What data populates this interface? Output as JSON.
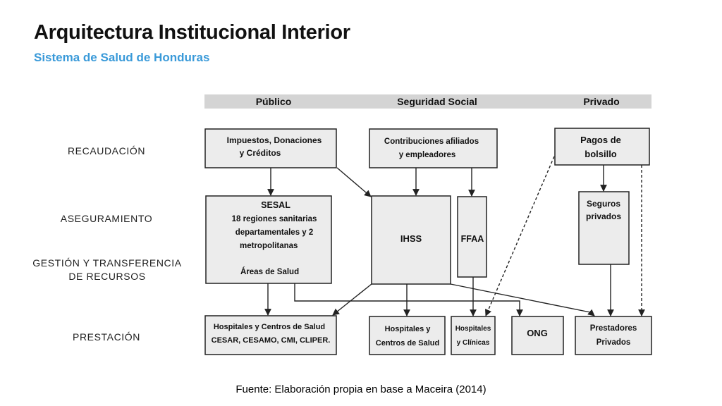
{
  "slide": {
    "title": "Arquitectura Institucional Interior",
    "subtitle": "Sistema de Salud de Honduras",
    "source": "Fuente: Elaboración propia en base a Maceira (2014)"
  },
  "colors": {
    "title": "#111111",
    "subtitle": "#3a9ad9",
    "header_band": "#d4d4d4",
    "box_fill": "#ececec",
    "stroke": "#222222"
  },
  "columns": {
    "publico": "Público",
    "seguridad": "Seguridad Social",
    "privado": "Privado"
  },
  "rows": {
    "recaudacion": "RECAUDACIÓN",
    "aseguramiento": "ASEGURAMIENTO",
    "gestion_1": "GESTIÓN Y TRANSFERENCIA",
    "gestion_2": "DE RECURSOS",
    "prestacion": "PRESTACIÓN"
  },
  "boxes": {
    "impuestos": [
      "Impuestos, Donaciones",
      "y Créditos"
    ],
    "contribuciones": [
      "Contribuciones afiliados",
      "y empleadores"
    ],
    "pagos": [
      "Pagos de",
      "bolsillo"
    ],
    "sesal": [
      "SESAL",
      "18 regiones sanitarias",
      "departamentales y 2",
      "metropolitanas",
      "Áreas de Salud"
    ],
    "ihss": "IHSS",
    "ffaa": "FFAA",
    "seguros": [
      "Seguros",
      "privados"
    ],
    "hospitales_publicos": [
      "Hospitales y Centros de Salud",
      "CESAR, CESAMO, CMI, CLIPER."
    ],
    "hospitales_ihss": [
      "Hospitales y",
      "Centros de Salud"
    ],
    "hospitales_ffaa": [
      "Hospitales",
      "y Clínicas"
    ],
    "ong": "ONG",
    "prestadores": [
      "Prestadores",
      "Privados"
    ]
  }
}
